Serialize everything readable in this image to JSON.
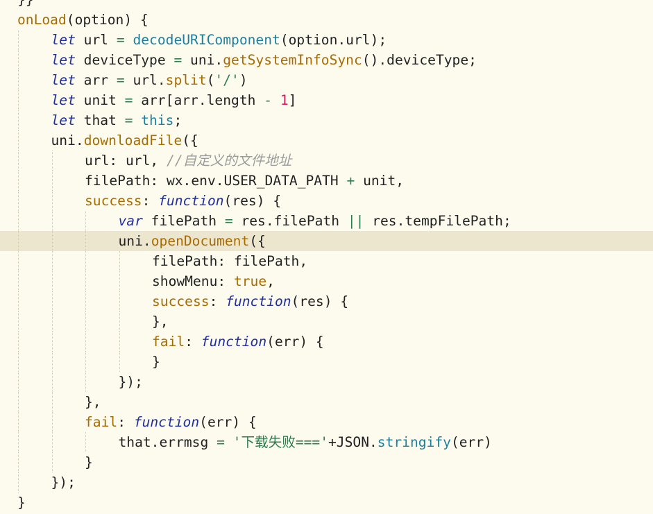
{
  "editor": {
    "indent_unit_spaces": 4,
    "current_line_index": 12,
    "lines": [
      {
        "indent": 0,
        "tokens": [
          {
            "t": "}}",
            "c": ""
          }
        ]
      },
      {
        "indent": 0,
        "tokens": [
          {
            "t": "onLoad",
            "c": "fn"
          },
          {
            "t": "(option) {",
            "c": ""
          }
        ]
      },
      {
        "indent": 1,
        "tokens": [
          {
            "t": "let",
            "c": "kw"
          },
          {
            "t": " url ",
            "c": ""
          },
          {
            "t": "=",
            "c": "op"
          },
          {
            "t": " ",
            "c": ""
          },
          {
            "t": "decodeURIComponent",
            "c": "gfn"
          },
          {
            "t": "(option.url);",
            "c": ""
          }
        ]
      },
      {
        "indent": 1,
        "tokens": [
          {
            "t": "let",
            "c": "kw"
          },
          {
            "t": " deviceType ",
            "c": ""
          },
          {
            "t": "=",
            "c": "op"
          },
          {
            "t": " uni.",
            "c": ""
          },
          {
            "t": "getSystemInfoSync",
            "c": "fn"
          },
          {
            "t": "().deviceType;",
            "c": ""
          }
        ]
      },
      {
        "indent": 1,
        "tokens": [
          {
            "t": "let",
            "c": "kw"
          },
          {
            "t": " arr ",
            "c": ""
          },
          {
            "t": "=",
            "c": "op"
          },
          {
            "t": " url.",
            "c": ""
          },
          {
            "t": "split",
            "c": "fn"
          },
          {
            "t": "(",
            "c": ""
          },
          {
            "t": "'/'",
            "c": "str"
          },
          {
            "t": ")",
            "c": ""
          }
        ]
      },
      {
        "indent": 1,
        "tokens": [
          {
            "t": "let",
            "c": "kw"
          },
          {
            "t": " unit ",
            "c": ""
          },
          {
            "t": "=",
            "c": "op"
          },
          {
            "t": " arr[arr.length ",
            "c": ""
          },
          {
            "t": "-",
            "c": "op"
          },
          {
            "t": " ",
            "c": ""
          },
          {
            "t": "1",
            "c": "num"
          },
          {
            "t": "]",
            "c": ""
          }
        ]
      },
      {
        "indent": 1,
        "tokens": [
          {
            "t": "let",
            "c": "kw"
          },
          {
            "t": " that ",
            "c": ""
          },
          {
            "t": "=",
            "c": "op"
          },
          {
            "t": " ",
            "c": ""
          },
          {
            "t": "this",
            "c": "this"
          },
          {
            "t": ";",
            "c": ""
          }
        ]
      },
      {
        "indent": 1,
        "tokens": [
          {
            "t": "uni.",
            "c": ""
          },
          {
            "t": "downloadFile",
            "c": "fn"
          },
          {
            "t": "({",
            "c": ""
          }
        ]
      },
      {
        "indent": 2,
        "tokens": [
          {
            "t": "url: url, ",
            "c": ""
          },
          {
            "t": "//自定义的文件地址",
            "c": "cmt"
          }
        ]
      },
      {
        "indent": 2,
        "tokens": [
          {
            "t": "filePath: wx.env.USER_DATA_PATH ",
            "c": ""
          },
          {
            "t": "+",
            "c": "op"
          },
          {
            "t": " unit,",
            "c": ""
          }
        ]
      },
      {
        "indent": 2,
        "tokens": [
          {
            "t": "success",
            "c": "prop"
          },
          {
            "t": ": ",
            "c": ""
          },
          {
            "t": "function",
            "c": "kw"
          },
          {
            "t": "(res) {",
            "c": ""
          }
        ]
      },
      {
        "indent": 3,
        "tokens": [
          {
            "t": "var",
            "c": "kw"
          },
          {
            "t": " filePath ",
            "c": ""
          },
          {
            "t": "=",
            "c": "op"
          },
          {
            "t": " res.filePath ",
            "c": ""
          },
          {
            "t": "||",
            "c": "op"
          },
          {
            "t": " res.tempFilePath;",
            "c": ""
          }
        ]
      },
      {
        "indent": 3,
        "tokens": [
          {
            "t": "uni.",
            "c": ""
          },
          {
            "t": "openDocument",
            "c": "fn"
          },
          {
            "t": "({",
            "c": ""
          }
        ]
      },
      {
        "indent": 4,
        "tokens": [
          {
            "t": "filePath: filePath,",
            "c": ""
          }
        ]
      },
      {
        "indent": 4,
        "tokens": [
          {
            "t": "showMenu: ",
            "c": ""
          },
          {
            "t": "true",
            "c": "bool"
          },
          {
            "t": ",",
            "c": ""
          }
        ]
      },
      {
        "indent": 4,
        "tokens": [
          {
            "t": "success",
            "c": "prop"
          },
          {
            "t": ": ",
            "c": ""
          },
          {
            "t": "function",
            "c": "kw"
          },
          {
            "t": "(res) {",
            "c": ""
          }
        ]
      },
      {
        "indent": 4,
        "tokens": [
          {
            "t": "},",
            "c": ""
          }
        ]
      },
      {
        "indent": 4,
        "tokens": [
          {
            "t": "fail",
            "c": "prop"
          },
          {
            "t": ": ",
            "c": ""
          },
          {
            "t": "function",
            "c": "kw"
          },
          {
            "t": "(err) {",
            "c": ""
          }
        ]
      },
      {
        "indent": 4,
        "tokens": [
          {
            "t": "}",
            "c": ""
          }
        ]
      },
      {
        "indent": 3,
        "tokens": [
          {
            "t": "});",
            "c": ""
          }
        ]
      },
      {
        "indent": 2,
        "tokens": [
          {
            "t": "},",
            "c": ""
          }
        ]
      },
      {
        "indent": 2,
        "tokens": [
          {
            "t": "fail",
            "c": "prop"
          },
          {
            "t": ": ",
            "c": ""
          },
          {
            "t": "function",
            "c": "kw"
          },
          {
            "t": "(err) {",
            "c": ""
          }
        ]
      },
      {
        "indent": 3,
        "tokens": [
          {
            "t": "that.errmsg ",
            "c": ""
          },
          {
            "t": "=",
            "c": "op"
          },
          {
            "t": " ",
            "c": ""
          },
          {
            "t": "'下载失败==='",
            "c": "str"
          },
          {
            "t": "+JSON.",
            "c": ""
          },
          {
            "t": "stringify",
            "c": "gfn"
          },
          {
            "t": "(err)",
            "c": ""
          }
        ]
      },
      {
        "indent": 2,
        "tokens": [
          {
            "t": "}",
            "c": ""
          }
        ]
      },
      {
        "indent": 1,
        "tokens": [
          {
            "t": "});",
            "c": ""
          }
        ]
      },
      {
        "indent": 0,
        "tokens": [
          {
            "t": "}",
            "c": ""
          }
        ]
      }
    ]
  }
}
